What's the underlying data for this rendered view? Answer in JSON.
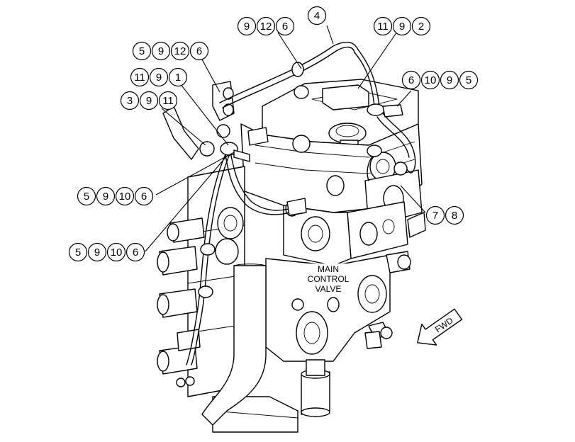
{
  "component_label": [
    "MAIN",
    "CONTROL",
    "VALVE"
  ],
  "direction_label": "FWD",
  "callouts": [
    {
      "id": "c-4",
      "items": [
        "4"
      ]
    },
    {
      "id": "c-9-12-6",
      "items": [
        "9",
        "12",
        "6"
      ]
    },
    {
      "id": "c-11-9-2",
      "items": [
        "11",
        "9",
        "2"
      ]
    },
    {
      "id": "c-5-9-12-6",
      "items": [
        "5",
        "9",
        "12",
        "6"
      ]
    },
    {
      "id": "c-11-9-1",
      "items": [
        "11",
        "9",
        "1"
      ]
    },
    {
      "id": "c-3-9-11",
      "items": [
        "3",
        "9",
        "11"
      ]
    },
    {
      "id": "c-6-10-9-5",
      "items": [
        "6",
        "10",
        "9",
        "5"
      ]
    },
    {
      "id": "c-5-9-10-6-upper",
      "items": [
        "5",
        "9",
        "10",
        "6"
      ]
    },
    {
      "id": "c-7-8",
      "items": [
        "7",
        "8"
      ]
    },
    {
      "id": "c-5-9-10-6-lower",
      "items": [
        "5",
        "9",
        "10",
        "6"
      ]
    }
  ]
}
